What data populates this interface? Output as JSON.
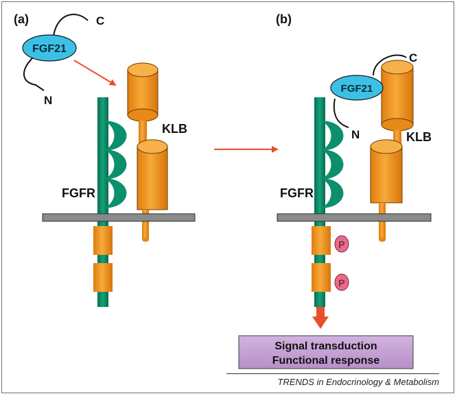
{
  "panels": {
    "a": {
      "label": "(a)"
    },
    "b": {
      "label": "(b)"
    }
  },
  "labels": {
    "ligand": "FGF21",
    "c_terminus": "C",
    "n_terminus": "N",
    "receptor": "FGFR",
    "coreceptor": "KLB",
    "phospho": "P"
  },
  "output_box": {
    "line1": "Signal transduction",
    "line2": "Functional response"
  },
  "footer": "TRENDS in Endocrinology & Metabolism",
  "colors": {
    "fgfr_green": "#0a8a6a",
    "klb_orange": "#f39a1e",
    "ligand_blue": "#3cc1e6",
    "phospho_pink": "#e96a8a",
    "arrow_red": "#e8502a",
    "membrane_gray": "#8a8a8a",
    "box_purple": "#c7a6d6"
  }
}
